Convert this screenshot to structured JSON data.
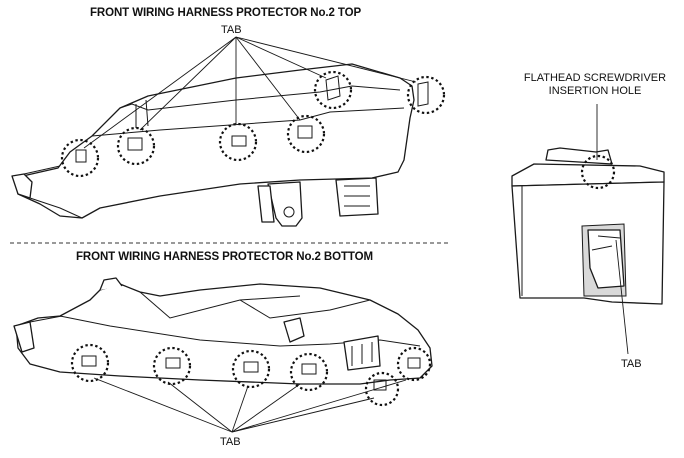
{
  "top_view": {
    "title": "FRONT WIRING HARNESS PROTECTOR No.2 TOP",
    "tab_label": "TAB"
  },
  "bottom_view": {
    "title": "FRONT WIRING HARNESS PROTECTOR No.2 BOTTOM",
    "tab_label": "TAB"
  },
  "detail_view": {
    "callout_line1": "FLATHEAD SCREWDRIVER",
    "callout_line2": "INSERTION HOLE",
    "tab_label": "TAB"
  }
}
